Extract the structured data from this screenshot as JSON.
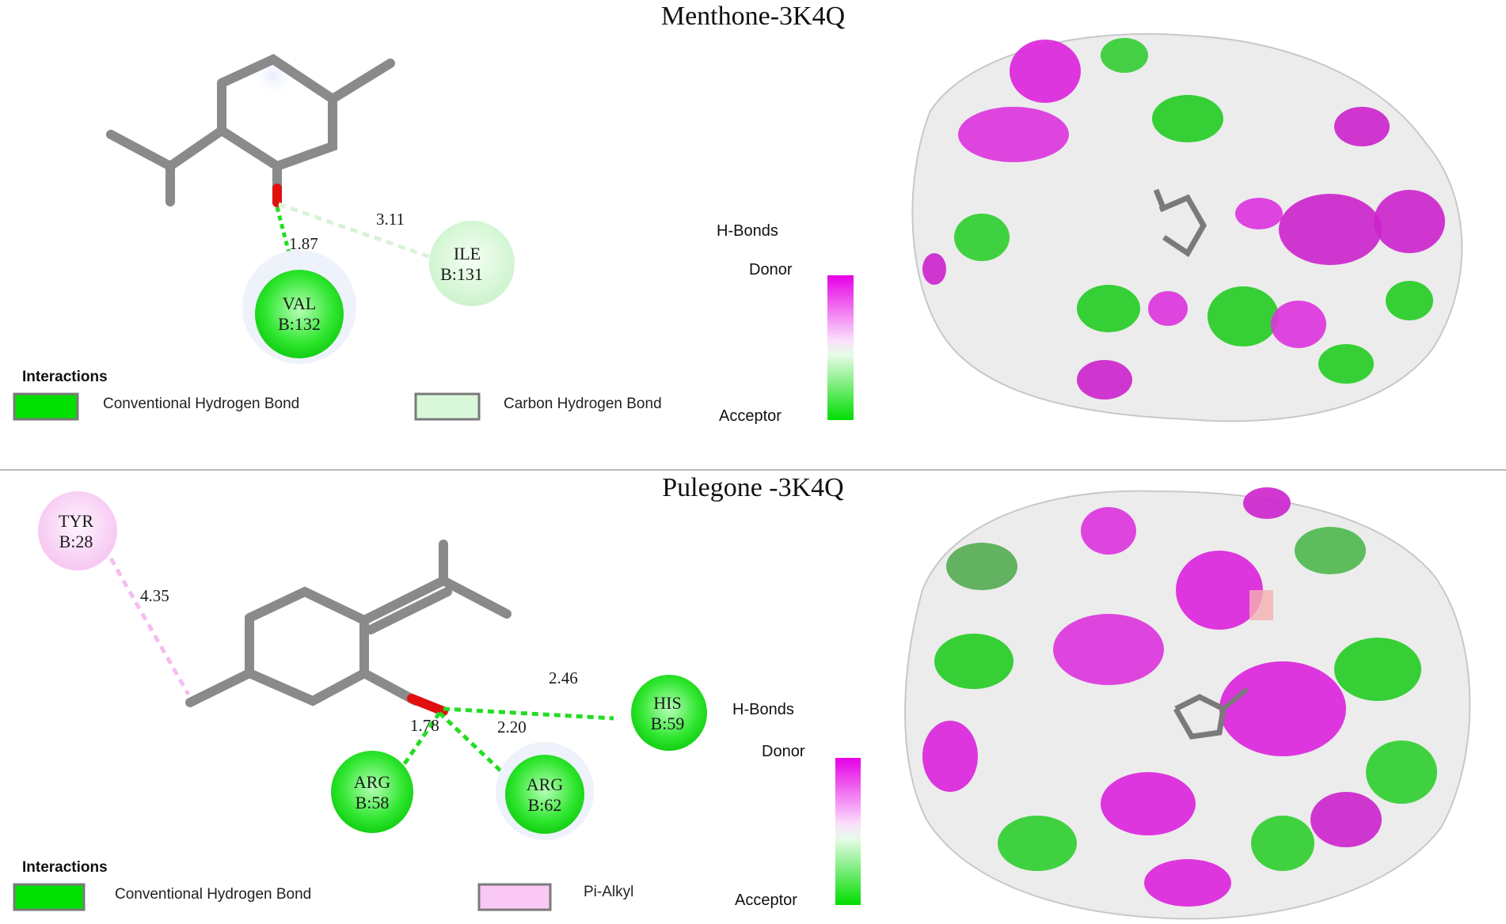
{
  "panels": [
    {
      "title": "Menthone-3K4Q",
      "residues": [
        {
          "name": "VAL",
          "chain": "B:132",
          "type": "conventional",
          "distance": "1.87"
        },
        {
          "name": "ILE",
          "chain": "B:131",
          "type": "carbon",
          "distance": "3.11"
        }
      ],
      "legend": {
        "heading": "Interactions",
        "items": [
          {
            "label": "Conventional Hydrogen Bond",
            "color": "#00e000"
          },
          {
            "label": "Carbon Hydrogen Bond",
            "color": "#d9f7d9"
          }
        ]
      },
      "hbond_scale": {
        "title": "H-Bonds",
        "top": "Donor",
        "bottom": "Acceptor"
      }
    },
    {
      "title": "Pulegone -3K4Q",
      "residues": [
        {
          "name": "TYR",
          "chain": "B:28",
          "type": "pi-alkyl",
          "distance": "4.35"
        },
        {
          "name": "HIS",
          "chain": "B:59",
          "type": "conventional",
          "distance": "2.46"
        },
        {
          "name": "ARG",
          "chain": "B:58",
          "type": "conventional",
          "distance": "1.78"
        },
        {
          "name": "ARG",
          "chain": "B:62",
          "type": "conventional",
          "distance": "2.20"
        }
      ],
      "legend": {
        "heading": "Interactions",
        "items": [
          {
            "label": "Conventional Hydrogen Bond",
            "color": "#00e000"
          },
          {
            "label": "Pi-Alkyl",
            "color": "#f9c8f4"
          }
        ]
      },
      "hbond_scale": {
        "title": "H-Bonds",
        "top": "Donor",
        "bottom": "Acceptor"
      }
    }
  ],
  "colors": {
    "donor": "#e600e6",
    "acceptor": "#00dd00",
    "neutral": "#f2f2f2",
    "bond": "#8a8a8a",
    "oxygen": "#e01010"
  }
}
